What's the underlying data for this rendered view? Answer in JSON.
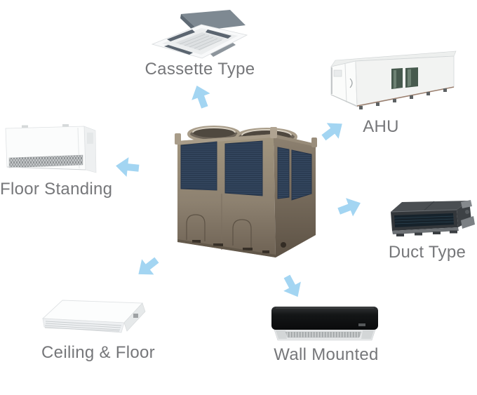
{
  "diagram": {
    "background": "#ffffff",
    "center_unit": {
      "id": "modular-chiller",
      "icon": "modular-chiller-illustration"
    },
    "nodes": {
      "cassette": {
        "label": "Cassette Type",
        "icon": "cassette-indoor-unit-illustration"
      },
      "ahu": {
        "label": "AHU",
        "icon": "air-handling-unit-illustration"
      },
      "floor_standing": {
        "label": "Floor Standing",
        "icon": "floor-standing-unit-illustration"
      },
      "duct": {
        "label": "Duct Type",
        "icon": "duct-type-unit-illustration"
      },
      "ceiling_floor": {
        "label": "Ceiling & Floor",
        "icon": "ceiling-floor-unit-illustration"
      },
      "wall_mounted": {
        "label": "Wall Mounted",
        "icon": "wall-mounted-unit-illustration"
      }
    },
    "colors": {
      "arrow": "#a3d5f2",
      "label_text": "#76777a",
      "chiller_body": "#8d8170",
      "chiller_coil": "#2c3e55"
    }
  }
}
